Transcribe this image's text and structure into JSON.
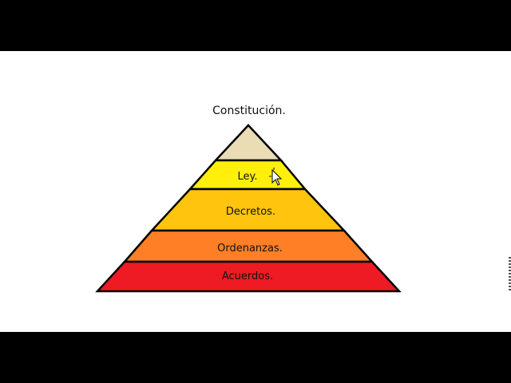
{
  "diagram": {
    "apex_label": "Constitución.",
    "levels": [
      {
        "label": "",
        "color": "#eadcb4"
      },
      {
        "label": "Ley.",
        "color": "#ffef0a"
      },
      {
        "label": "Decretos.",
        "color": "#ffc40e"
      },
      {
        "label": "Ordenanzas.",
        "color": "#ff7f26"
      },
      {
        "label": "Acuerdos.",
        "color": "#ee1b24"
      }
    ]
  }
}
